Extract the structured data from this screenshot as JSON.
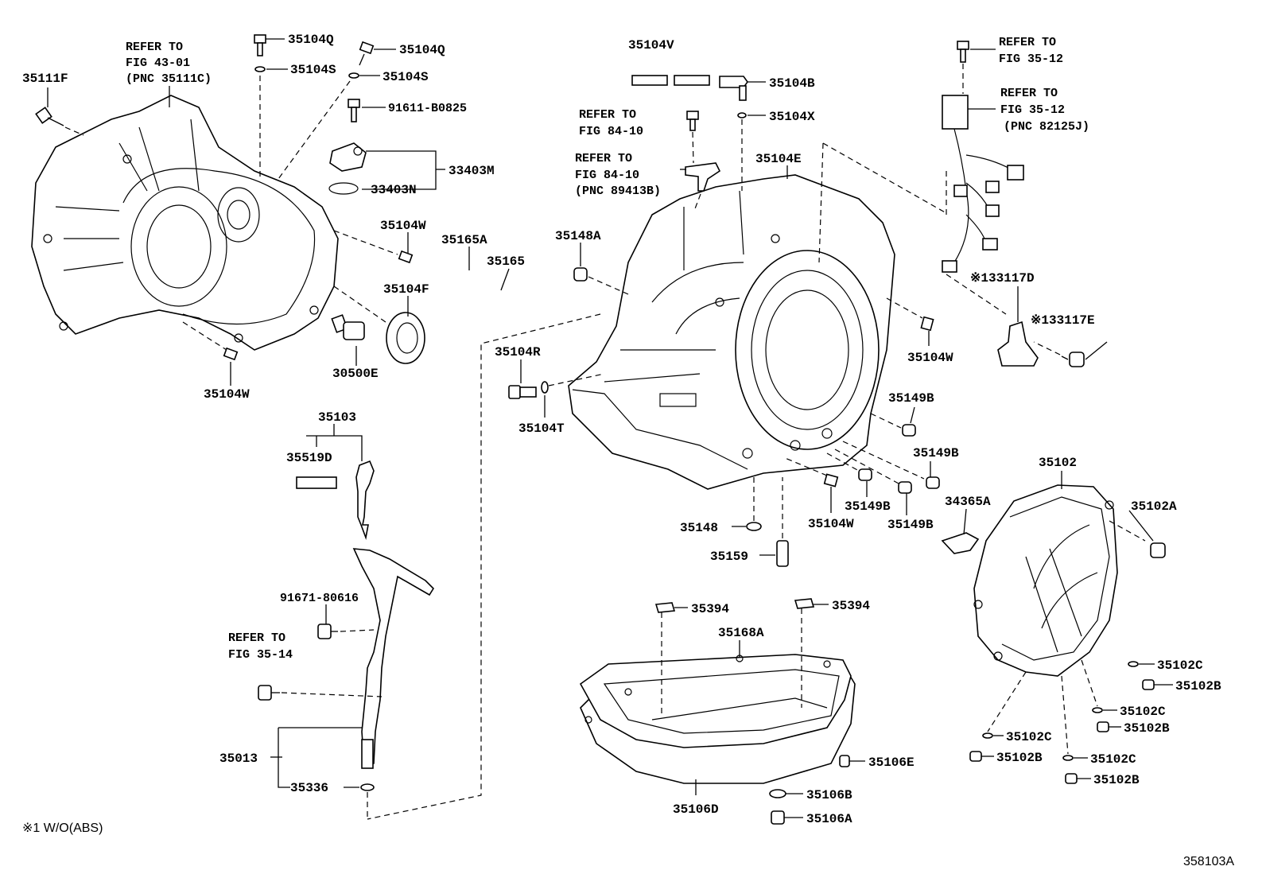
{
  "diagram": {
    "id": "358103A",
    "footnote": "※1 W/O(ABS)",
    "labels": {
      "l35111F": "35111F",
      "ref43a": "REFER TO",
      "ref43b": "FIG 43-01",
      "ref43c": "(PNC 35111C)",
      "l35104Q_1": "35104Q",
      "l35104S_1": "35104S",
      "l35104Q_2": "35104Q",
      "l35104S_2": "35104S",
      "l91611": "91611-B0825",
      "l33403M": "33403M",
      "l33403N": "33403N",
      "l35104W_1": "35104W",
      "l35165A": "35165A",
      "l35165": "35165",
      "l35104F": "35104F",
      "l30500E": "30500E",
      "l35104W_2": "35104W",
      "l35103": "35103",
      "l35519D": "35519D",
      "l91671": "91671-80616",
      "ref3514a": "REFER TO",
      "ref3514b": "FIG 35-14",
      "l35013": "35013",
      "l35336": "35336",
      "l35104V": "35104V",
      "l35104B": "35104B",
      "ref8410a": "REFER TO",
      "ref8410b": "FIG 84-10",
      "l35104X": "35104X",
      "ref8410c": "REFER TO",
      "ref8410d": "FIG 84-10",
      "ref8410e": "(PNC 89413B)",
      "l35104E": "35104E",
      "l35148A": "35148A",
      "l35104R": "35104R",
      "l35104T": "35104T",
      "l35148": "35148",
      "l35159": "35159",
      "l35104W_3": "35104W",
      "l35149B_1": "35149B",
      "l35149B_2": "35149B",
      "l35149B_3": "35149B",
      "l35149B_4": "35149B",
      "l35104W_4": "35104W",
      "l34365A": "34365A",
      "ref3512a": "REFER TO",
      "ref3512b": "FIG 35-12",
      "ref3512c": "REFER TO",
      "ref3512d": "FIG 35-12",
      "ref3512e": "(PNC 82125J)",
      "l33117D": "※133117D",
      "l33117E": "※133117E",
      "l35102": "35102",
      "l35102A": "35102A",
      "l35102C_1": "35102C",
      "l35102B_1": "35102B",
      "l35102C_2": "35102C",
      "l35102B_2": "35102B",
      "l35102C_3": "35102C",
      "l35102B_3": "35102B",
      "l35102C_4": "35102C",
      "l35102B_4": "35102B",
      "l35394_1": "35394",
      "l35394_2": "35394",
      "l35168A": "35168A",
      "l35106E": "35106E",
      "l35106B": "35106B",
      "l35106A": "35106A",
      "l35106D": "35106D"
    }
  }
}
